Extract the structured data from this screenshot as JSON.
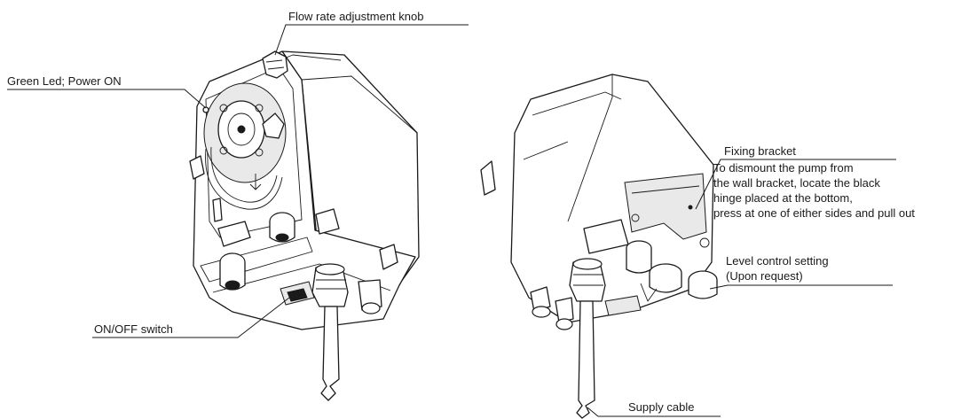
{
  "labels": {
    "flow_rate_knob": "Flow rate adjustment knob",
    "green_led": "Green Led; Power ON",
    "on_off_switch": "ON/OFF switch",
    "fixing_bracket": "Fixing bracket",
    "dismount_line1": "To dismount the pump from",
    "dismount_line2": "the wall bracket, locate the black",
    "dismount_line3": "hinge placed at the bottom,",
    "dismount_line4": "press at one of either sides and pull out",
    "level_control_line1": "Level control setting",
    "level_control_line2": "(Upon request)",
    "supply_cable": "Supply cable"
  }
}
